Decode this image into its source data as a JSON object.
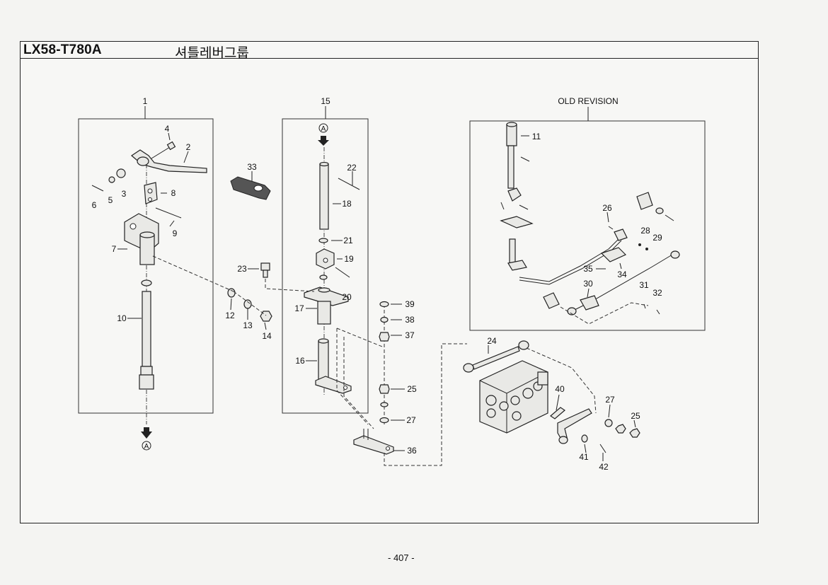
{
  "header": {
    "model": "LX58-T780A",
    "group_title": "셔틀레버그룹"
  },
  "revision_label": "OLD REVISION",
  "reference_marker": "A",
  "page_number": "- 407 -",
  "part_callouts": [
    "1",
    "2",
    "3",
    "4",
    "5",
    "6",
    "7",
    "8",
    "9",
    "10",
    "11",
    "12",
    "13",
    "14",
    "15",
    "16",
    "17",
    "18",
    "19",
    "20",
    "21",
    "22",
    "23",
    "24",
    "25",
    "25",
    "26",
    "27",
    "27",
    "28",
    "29",
    "30",
    "31",
    "32",
    "33",
    "34",
    "35",
    "36",
    "37",
    "38",
    "39",
    "40",
    "41",
    "42"
  ]
}
